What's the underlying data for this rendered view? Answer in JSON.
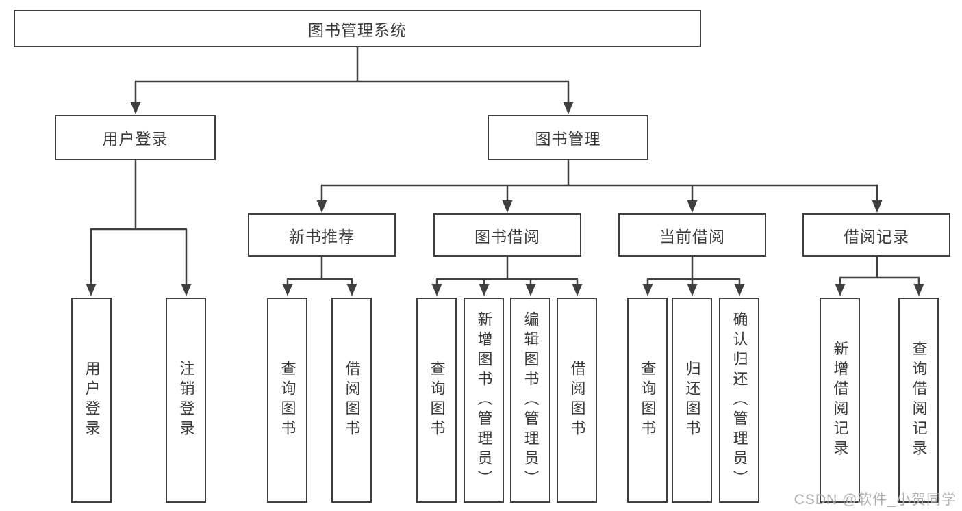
{
  "structure": {
    "root": {
      "label": "图书管理系统"
    },
    "children": [
      {
        "label": "用户登录",
        "children": [
          {
            "label": "用户登录"
          },
          {
            "label": "注销登录"
          }
        ]
      },
      {
        "label": "图书管理",
        "children": [
          {
            "label": "新书推荐",
            "children": [
              {
                "label": "查询图书"
              },
              {
                "label": "借阅图书"
              }
            ]
          },
          {
            "label": "图书借阅",
            "children": [
              {
                "label": "查询图书"
              },
              {
                "label": "新增图书（管理员）"
              },
              {
                "label": "编辑图书（管理员）"
              },
              {
                "label": "借阅图书"
              }
            ]
          },
          {
            "label": "当前借阅",
            "children": [
              {
                "label": "查询图书"
              },
              {
                "label": "归还图书"
              },
              {
                "label": "确认归还（管理员）"
              }
            ]
          },
          {
            "label": "借阅记录",
            "children": [
              {
                "label": "新增借阅记录"
              },
              {
                "label": "查询借阅记录"
              }
            ]
          }
        ]
      }
    ]
  },
  "watermark": {
    "text": "CSDN @软件_小贺同学"
  },
  "colors": {
    "line": "#3f3f3f",
    "text": "#3a3a3a",
    "background": "#ffffff",
    "watermark": "#b0b0b0"
  }
}
